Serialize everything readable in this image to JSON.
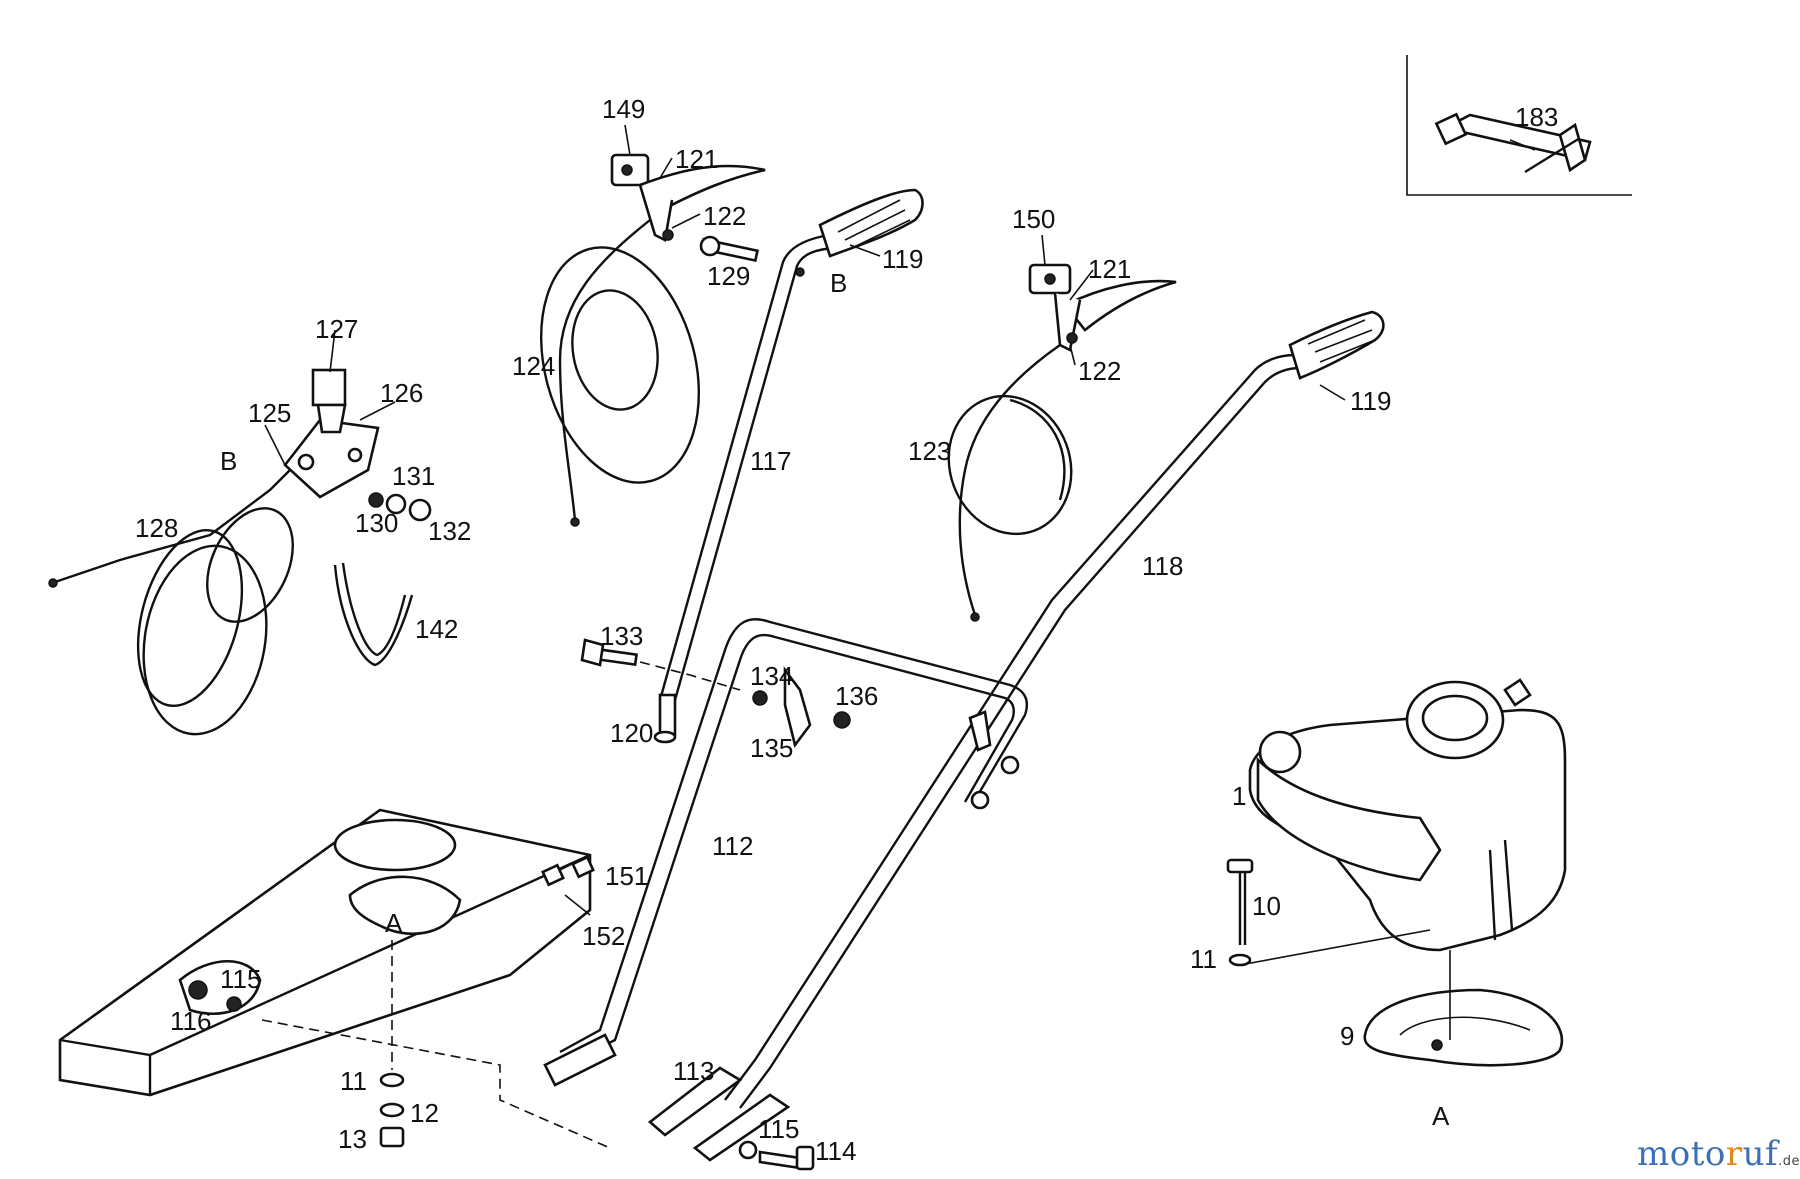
{
  "labels": {
    "p1": "1",
    "p9": "9",
    "p10": "10",
    "p11a": "11",
    "p11b": "11",
    "p12": "12",
    "p13": "13",
    "p112": "112",
    "p113": "113",
    "p114": "114",
    "p115a": "115",
    "p115b": "115",
    "p116": "116",
    "p117": "117",
    "p118": "118",
    "p119a": "119",
    "p119b": "119",
    "p120": "120",
    "p121a": "121",
    "p121b": "121",
    "p122a": "122",
    "p122b": "122",
    "p123": "123",
    "p124": "124",
    "p125": "125",
    "p126": "126",
    "p127": "127",
    "p128": "128",
    "p129": "129",
    "p130": "130",
    "p131": "131",
    "p132": "132",
    "p133": "133",
    "p134": "134",
    "p135": "135",
    "p136": "136",
    "p142": "142",
    "p149": "149",
    "p150": "150",
    "p151": "151",
    "p152": "152",
    "p183": "183",
    "refA1": "A",
    "refA2": "A",
    "refB1": "B",
    "refB2": "B"
  },
  "logo": {
    "part1": "moto",
    "part2": "r",
    "part3": "uf",
    "tld": ".de"
  }
}
